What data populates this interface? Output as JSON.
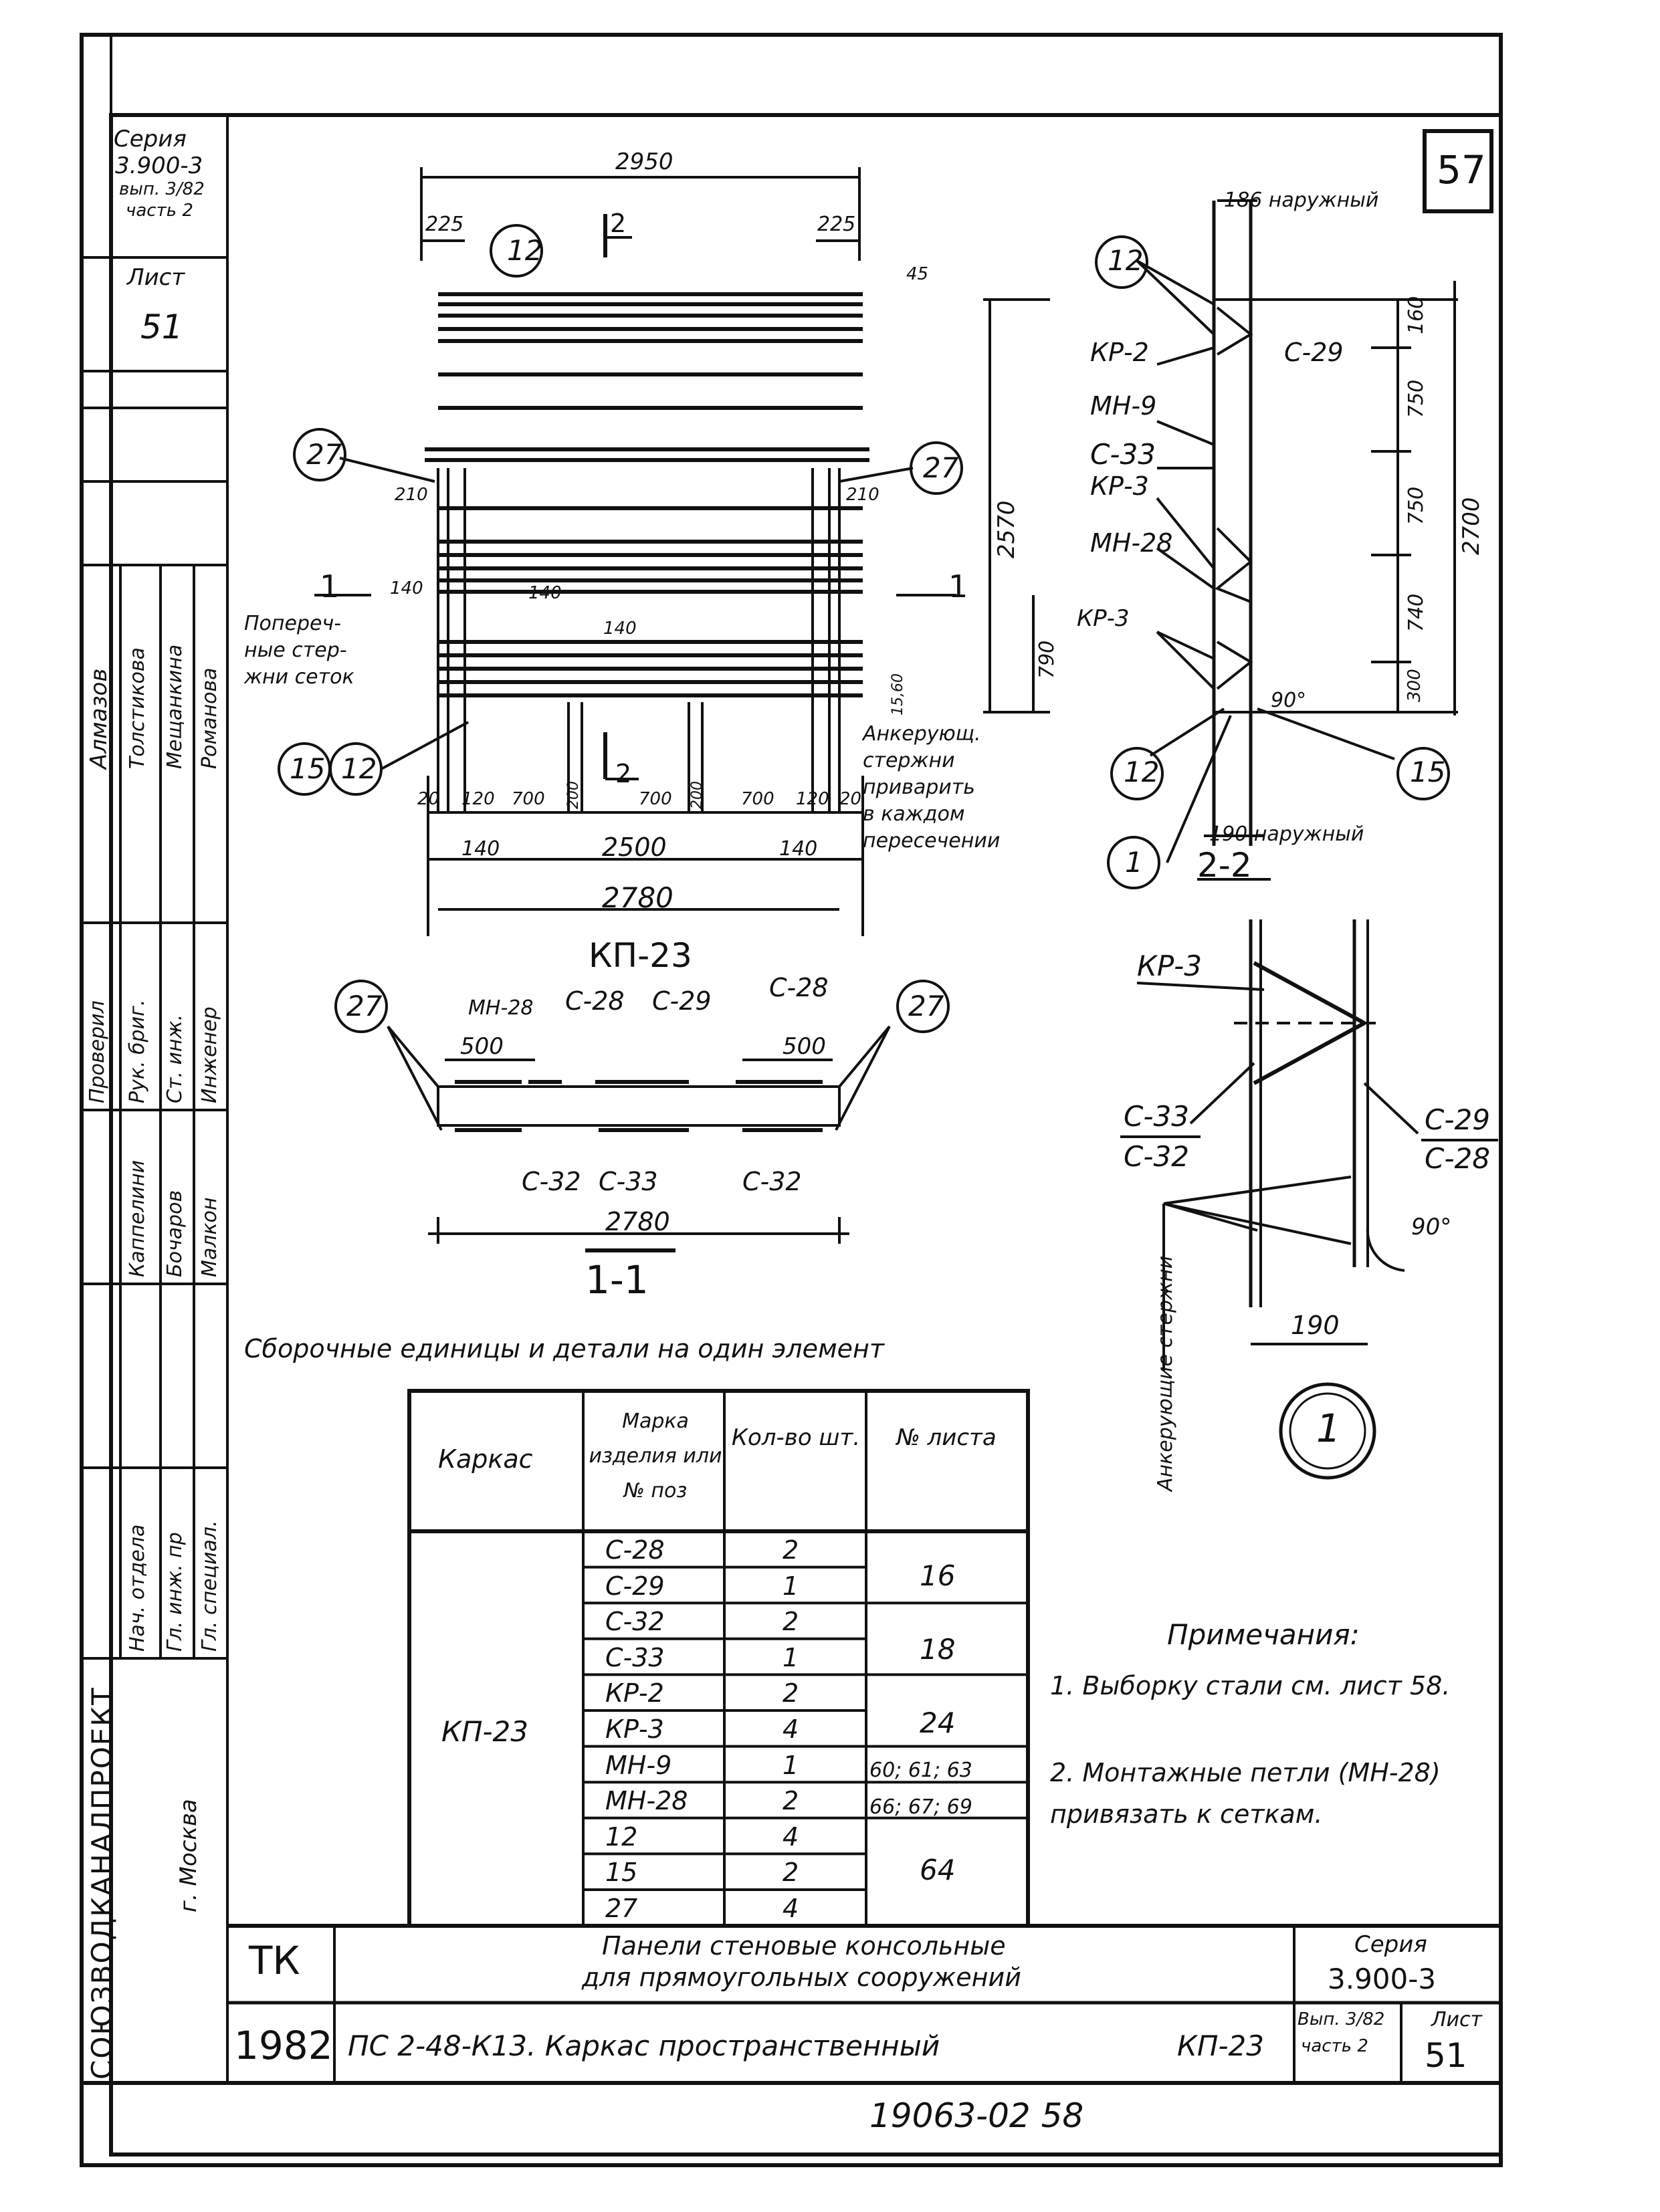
{
  "sheet": {
    "number_box": "57",
    "bottom_code": "19063-02 58"
  },
  "left_strip": {
    "series_label": "Серия",
    "series_value": "3.900-3",
    "series_issue": "вып. 3/82",
    "series_part": "часть 2",
    "sheet_label": "Лист",
    "sheet_value": "51",
    "names": [
      "Алмазов",
      "Толстикова",
      "Мещанкина",
      "Романова"
    ],
    "roles": [
      "Рук. бриг.",
      "Ст. инж.",
      "Инженер",
      "Проверил"
    ],
    "names2": [
      "Каппелини",
      "Бочаров",
      "Малкон"
    ],
    "roles2": [
      "Нач. отдела",
      "Гл. инж. пр",
      "Гл. специал."
    ],
    "org": "СОЮЗВОДКАНАЛПРОЕКТ",
    "city": "г. Москва"
  },
  "title_block": {
    "tk": "ТК",
    "year": "1982",
    "title_line1": "Панели стеновые консольные",
    "title_line2": "для прямоугольных сооружений",
    "subtitle": "ПС 2-48-К13. Каркас пространственный",
    "mark": "КП-23",
    "series_label": "Серия",
    "series_value": "3.900-3",
    "issue": "Вып. 3/82",
    "part": "часть 2",
    "sheet_label": "Лист",
    "sheet_value": "51"
  },
  "drawing_main": {
    "caption": "КП-23",
    "dims": {
      "top": "2950",
      "left225": "225",
      "right225": "225",
      "d45": "45",
      "d210a": "210",
      "d210b": "210",
      "d140a": "140",
      "d140b": "140",
      "d140c": "140",
      "d2557": "2570",
      "d790": "790",
      "d156": "15,60",
      "b20a": "20",
      "b120a": "120",
      "b700a": "700",
      "b200a": "200",
      "b700b": "700",
      "b200b": "200",
      "b700c": "700",
      "b120b": "120",
      "b20b": "20",
      "b140a": "140",
      "b2500": "2500",
      "b140b": "140",
      "b2780": "2780"
    },
    "callouts": [
      "12",
      "27",
      "27",
      "15",
      "12"
    ],
    "section_marks": [
      "2",
      "1",
      "1",
      "2"
    ],
    "note_left": [
      "Попереч-",
      "ные стер-",
      "жни сеток"
    ],
    "note_right": [
      "Анкерующ.",
      "стержни",
      "приварить",
      "в каждом",
      "пересечении"
    ]
  },
  "section_22": {
    "caption": "2-2",
    "top_label": "186 наружный",
    "bottom_label": "190 наружный",
    "labels": [
      "КР-2",
      "С-29",
      "МН-9",
      "С-33",
      "КР-3",
      "МН-28",
      "КР-3"
    ],
    "callouts": [
      "12",
      "12",
      "1",
      "15"
    ],
    "dims": [
      "160",
      "750",
      "750",
      "740",
      "300",
      "2700",
      "90°"
    ]
  },
  "section_11": {
    "caption": "1-1",
    "top_labels": [
      "МН-28",
      "С-28",
      "С-29",
      "С-28"
    ],
    "dims": [
      "500",
      "500",
      "2780"
    ],
    "bottom_labels": [
      "С-32",
      "С-33",
      "С-32"
    ],
    "callouts": [
      "27",
      "27"
    ]
  },
  "detail_1": {
    "callout": "1",
    "labels": [
      "КР-3",
      "С-33",
      "С-32",
      "С-29",
      "С-28"
    ],
    "angle": "90°",
    "dim": "190",
    "side_label": "Анкерующие стержни"
  },
  "table": {
    "caption": "Сборочные единицы и детали на один элемент",
    "headers": [
      "Каркас",
      "Марка изделия или № поз",
      "Кол-во шт.",
      "№ листа"
    ],
    "frame": "КП-23",
    "rows": [
      {
        "mark": "С-28",
        "qty": "2"
      },
      {
        "mark": "С-29",
        "qty": "1"
      },
      {
        "mark": "С-32",
        "qty": "2"
      },
      {
        "mark": "С-33",
        "qty": "1"
      },
      {
        "mark": "КР-2",
        "qty": "2"
      },
      {
        "mark": "КР-3",
        "qty": "4"
      },
      {
        "mark": "МН-9",
        "qty": "1"
      },
      {
        "mark": "МН-28",
        "qty": "2"
      },
      {
        "mark": "12",
        "qty": "4"
      },
      {
        "mark": "15",
        "qty": "2"
      },
      {
        "mark": "27",
        "qty": "4"
      }
    ],
    "sheets": [
      "16",
      "18",
      "24",
      "60; 61; 63",
      "66; 67; 69",
      "64"
    ]
  },
  "notes": {
    "title": "Примечания:",
    "items": [
      "1. Выборку стали см. лист 58.",
      "2. Монтажные петли (МН-28) привязать к сеткам."
    ]
  }
}
